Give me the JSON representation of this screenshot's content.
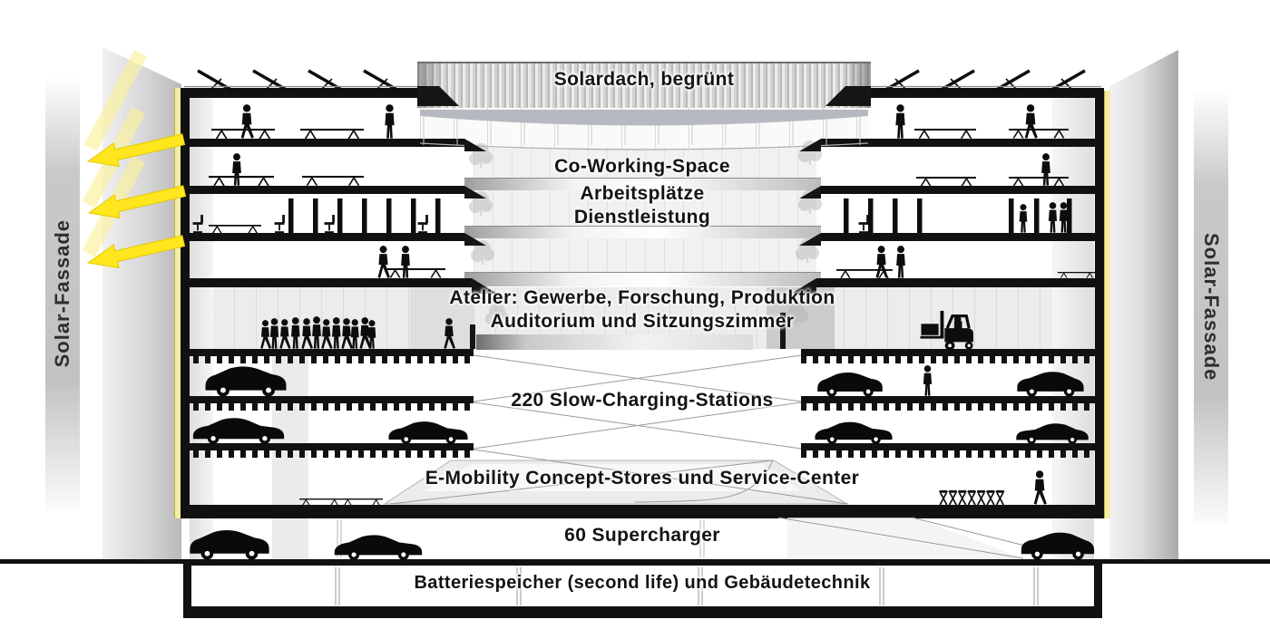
{
  "diagram": {
    "type": "building-cross-section",
    "roof_label": "Solardach, begrünt",
    "facade_left_label": "Solar-Fassade",
    "facade_right_label": "Solar-Fassade",
    "coworking_line1": "Co-Working-Space",
    "coworking_line2": "Arbeitsplätze",
    "coworking_line3": "Dienstleistung",
    "atelier_line1": "Atelier: Gewerbe, Forschung, Produktion",
    "atelier_line2": "Auditorium und Sitzungszimmer",
    "charging_label": "220 Slow-Charging-Stations",
    "stores_label": "E-Mobility Concept-Stores und Service-Center",
    "supercharger_label": "60 Supercharger",
    "basement_label": "Batteriespeicher (second life) und Gebäudetechnik",
    "colors": {
      "solar_arrow_yellow": "#ffe61e",
      "facade_strip_yellow": "#f3eda2"
    }
  }
}
